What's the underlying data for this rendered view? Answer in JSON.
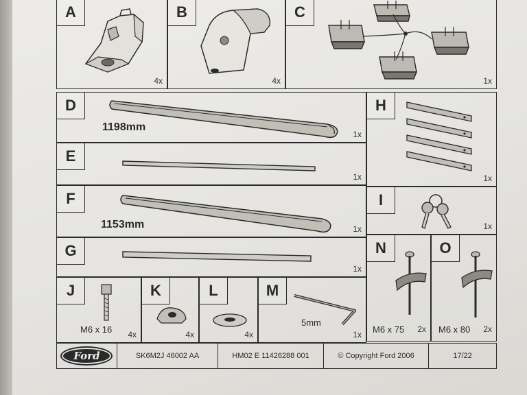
{
  "parts": {
    "a": {
      "letter": "A",
      "qty": "4x"
    },
    "b": {
      "letter": "B",
      "qty": "4x"
    },
    "c": {
      "letter": "C",
      "qty": "1x"
    },
    "d": {
      "letter": "D",
      "qty": "1x",
      "length": "1198mm"
    },
    "e": {
      "letter": "E",
      "qty": "1x"
    },
    "f": {
      "letter": "F",
      "qty": "1x",
      "length": "1153mm"
    },
    "g": {
      "letter": "G",
      "qty": "1x"
    },
    "h": {
      "letter": "H",
      "qty": "1x"
    },
    "i": {
      "letter": "I",
      "qty": "1x"
    },
    "j": {
      "letter": "J",
      "qty": "4x",
      "spec": "M6 x 16"
    },
    "k": {
      "letter": "K",
      "qty": "4x"
    },
    "l": {
      "letter": "L",
      "qty": "4x"
    },
    "m": {
      "letter": "M",
      "qty": "1x",
      "spec": "5mm"
    },
    "n": {
      "letter": "N",
      "qty": "2x",
      "spec": "M6 x 75"
    },
    "o": {
      "letter": "O",
      "qty": "2x",
      "spec": "M6 x 80"
    }
  },
  "footer": {
    "brand": "Ford",
    "part_number": "SK6M2J 46002 AA",
    "doc_number": "HM02 E 11426288 001",
    "copyright": "© Copyright Ford 2006",
    "page": "17/22"
  }
}
